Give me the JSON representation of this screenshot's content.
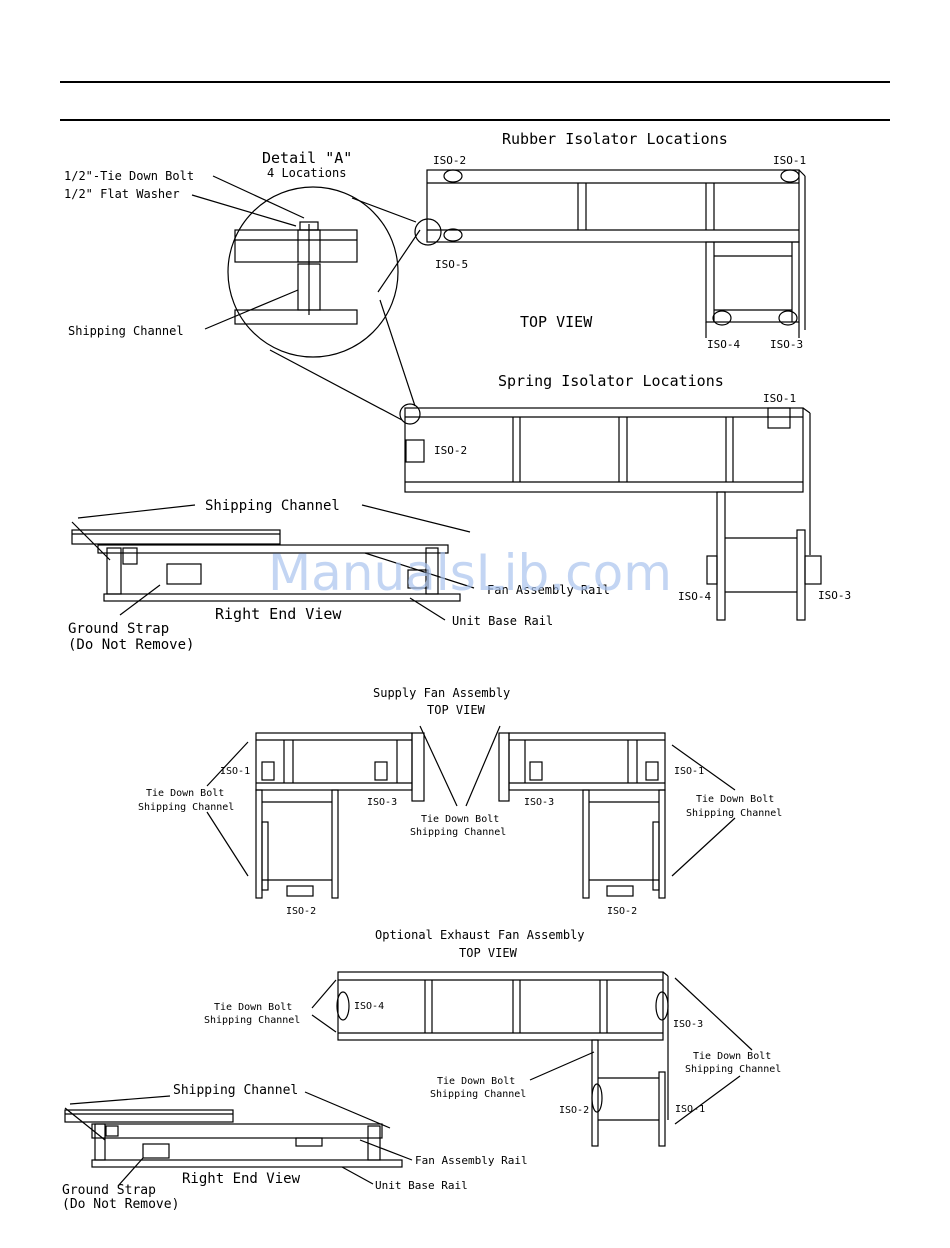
{
  "rubber": {
    "title": "Rubber Isolator Locations",
    "view_label": "TOP VIEW",
    "iso": [
      "ISO-2",
      "ISO-1",
      "ISO-5",
      "ISO-4",
      "ISO-3"
    ]
  },
  "detail": {
    "title": "Detail \"A\"",
    "subtitle": "4 Locations",
    "bolt_label": "1/2\"-Tie Down Bolt",
    "washer_label": "1/2\" Flat Washer",
    "channel_label": "Shipping Channel"
  },
  "spring": {
    "title": "Spring Isolator Locations",
    "iso": [
      "ISO-1",
      "ISO-2",
      "ISO-4",
      "ISO-3"
    ]
  },
  "end_view_1": {
    "shipping_channel": "Shipping Channel",
    "fan_rail": "Fan Assembly Rail",
    "right_end_view": "Right End View",
    "unit_base_rail": "Unit Base Rail",
    "ground_strap_1": "Ground Strap",
    "ground_strap_2": "(Do Not Remove)"
  },
  "supply": {
    "title": "Supply Fan Assembly",
    "subtitle": "TOP VIEW",
    "tie_down_1": "Tie Down Bolt",
    "tie_down_2": "Shipping Channel",
    "iso_left": [
      "ISO-1",
      "ISO-3",
      "ISO-2"
    ],
    "iso_right": [
      "ISO-1",
      "ISO-3",
      "ISO-2"
    ]
  },
  "exhaust": {
    "title": "Optional Exhaust Fan Assembly",
    "subtitle": "TOP VIEW",
    "tie_down_1": "Tie Down Bolt",
    "tie_down_2": "Shipping Channel",
    "iso": [
      "ISO-4",
      "ISO-3",
      "ISO-2",
      "ISO-1"
    ]
  },
  "end_view_2": {
    "shipping_channel": "Shipping Channel",
    "fan_rail": "Fan Assembly Rail",
    "right_end_view": "Right End View",
    "unit_base_rail": "Unit Base Rail",
    "ground_strap_1": "Ground Strap",
    "ground_strap_2": "(Do Not Remove)"
  },
  "watermark": "ManualsLib.com"
}
